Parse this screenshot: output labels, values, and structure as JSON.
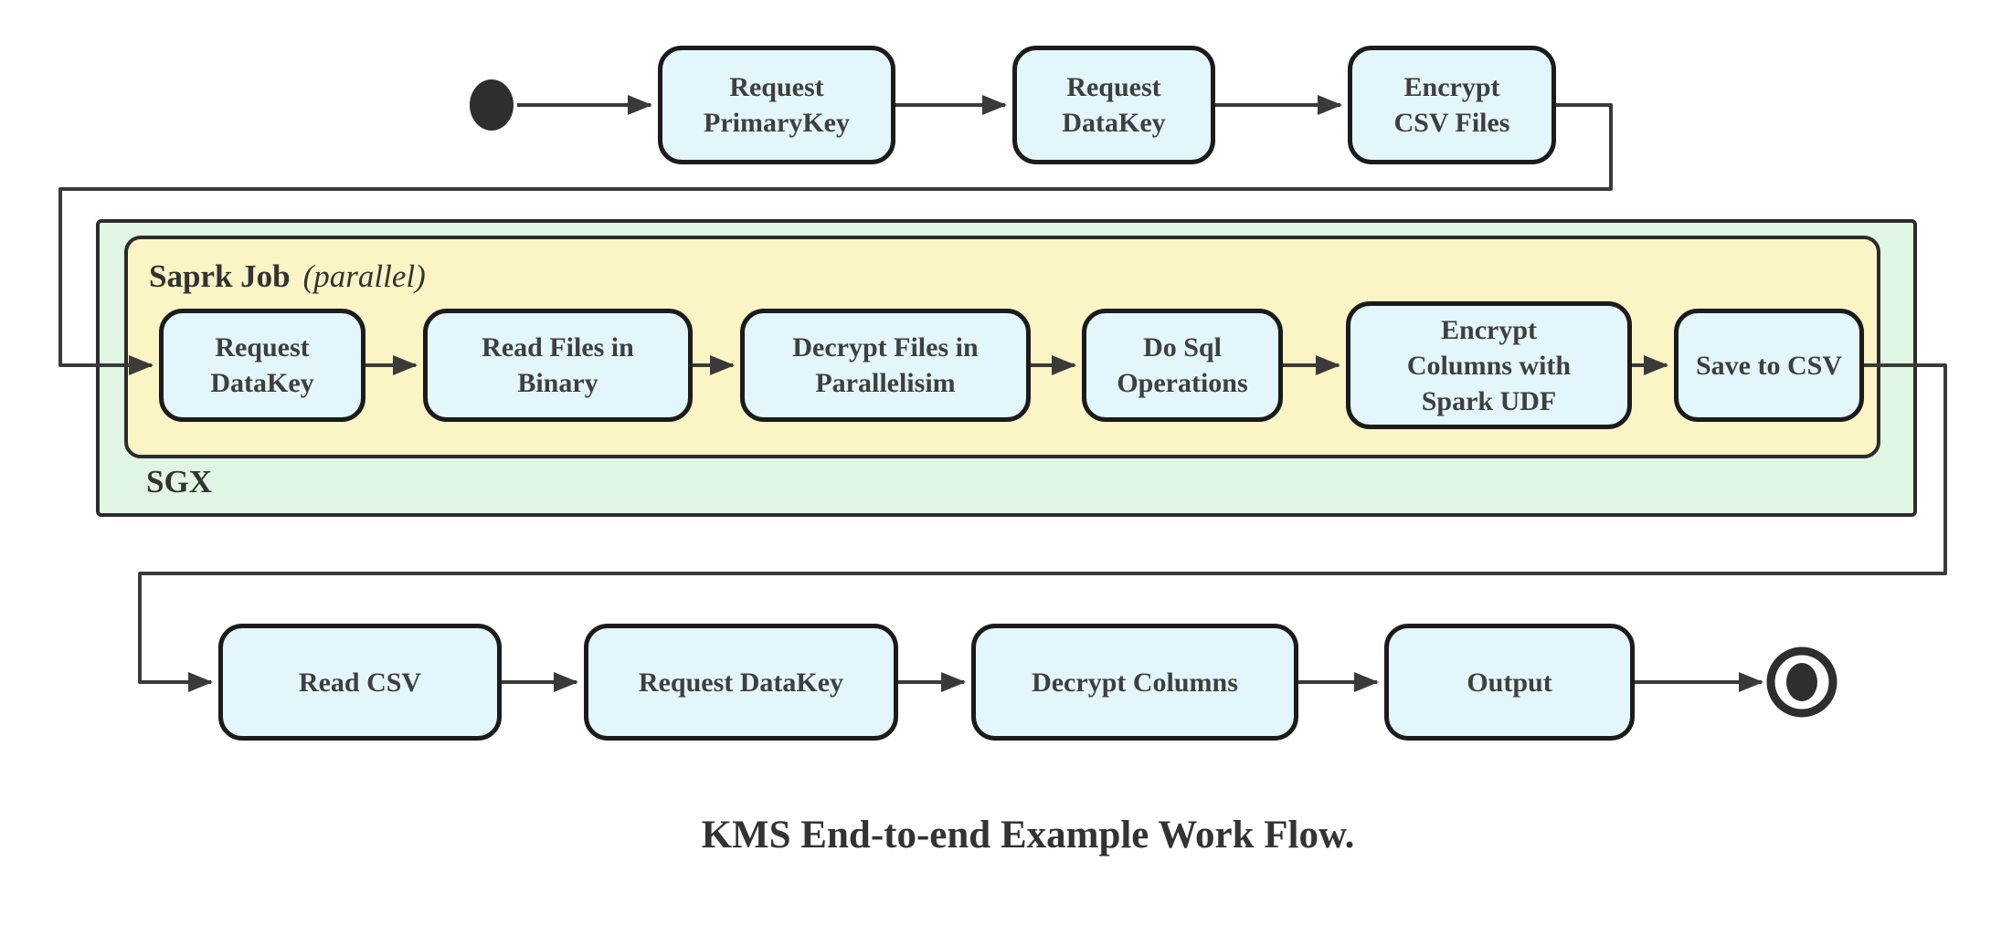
{
  "diagram": {
    "caption": "KMS End-to-end Example Work Flow.",
    "start_marker": "start-node",
    "end_marker": "end-node"
  },
  "containers": {
    "sgx": {
      "label": "SGX"
    },
    "spark_job": {
      "label": "Saprk Job",
      "mode": "(parallel)"
    }
  },
  "nodes": {
    "top": [
      {
        "label": "Request\nPrimaryKey"
      },
      {
        "label": "Request\nDataKey"
      },
      {
        "label": "Encrypt\nCSV Files"
      }
    ],
    "spark": [
      {
        "label": "Request\nDataKey"
      },
      {
        "label": "Read Files in\nBinary"
      },
      {
        "label": "Decrypt Files in\nParallelisim"
      },
      {
        "label": "Do Sql\nOperations"
      },
      {
        "label": "Encrypt\nColumns with\nSpark UDF"
      },
      {
        "label": "Save to CSV"
      }
    ],
    "bottom": [
      {
        "label": "Read CSV"
      },
      {
        "label": "Request DataKey"
      },
      {
        "label": "Decrypt Columns"
      },
      {
        "label": "Output"
      }
    ]
  },
  "colors": {
    "node_fill": "#E3F6FB",
    "node_border": "#1b1b1b",
    "sgx_fill": "#E0F6E2",
    "spark_fill": "#FBF4C5",
    "edge": "#3a3a3a",
    "text": "#3f3f3f"
  }
}
